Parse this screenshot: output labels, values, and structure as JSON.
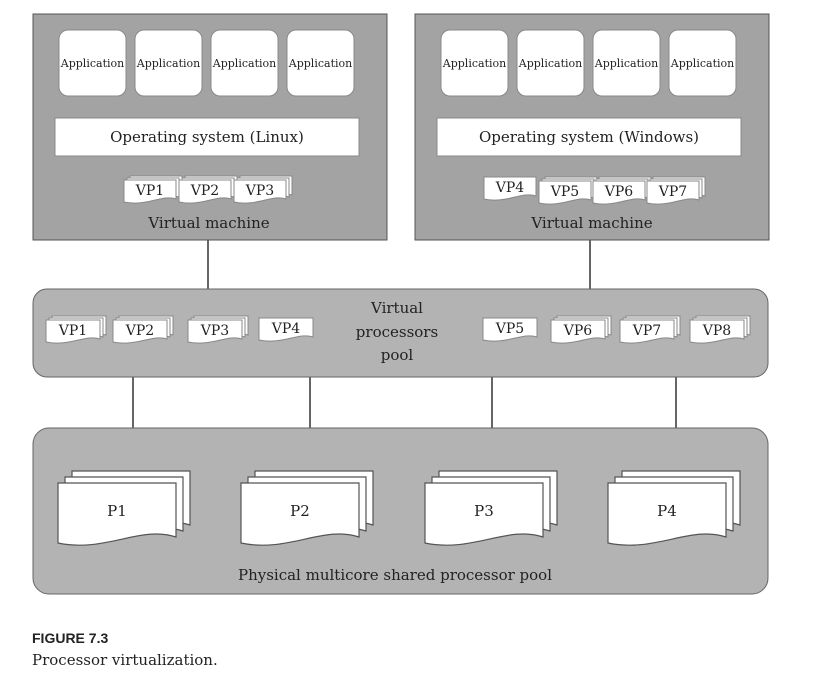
{
  "vm_left": {
    "apps": [
      "Application",
      "Application",
      "Application",
      "Application"
    ],
    "os": "Operating system (Linux)",
    "vps": [
      "VP1",
      "VP2",
      "VP3"
    ],
    "label": "Virtual machine"
  },
  "vm_right": {
    "apps": [
      "Application",
      "Application",
      "Application",
      "Application"
    ],
    "os": "Operating system (Windows)",
    "vps": [
      "VP4",
      "VP5",
      "VP6",
      "VP7"
    ],
    "label": "Virtual machine"
  },
  "vp_pool": {
    "title_lines": [
      "Virtual",
      "processors",
      "pool"
    ],
    "left_vps": [
      "VP1",
      "VP2",
      "VP3",
      "VP4"
    ],
    "right_vps": [
      "VP5",
      "VP6",
      "VP7",
      "VP8"
    ]
  },
  "physical_pool": {
    "processors": [
      "P1",
      "P2",
      "P3",
      "P4"
    ],
    "label": "Physical multicore shared processor pool"
  },
  "caption": {
    "figure": "FIGURE 7.3",
    "text": "Processor virtualization."
  }
}
